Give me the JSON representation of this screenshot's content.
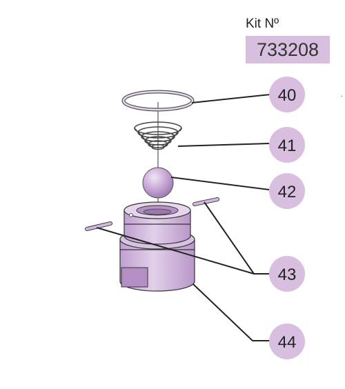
{
  "kit": {
    "label": "Kit Nº",
    "number": "733208"
  },
  "callouts": [
    {
      "id": "40",
      "label": "40"
    },
    {
      "id": "41",
      "label": "41"
    },
    {
      "id": "42",
      "label": "42"
    },
    {
      "id": "43",
      "label": "43"
    },
    {
      "id": "44",
      "label": "44"
    }
  ],
  "colors": {
    "part": "#c9a8d6",
    "part_dark": "#b48fc4",
    "callout_circle": "#d9bfdf",
    "kit_box": "#d9bfdf"
  }
}
